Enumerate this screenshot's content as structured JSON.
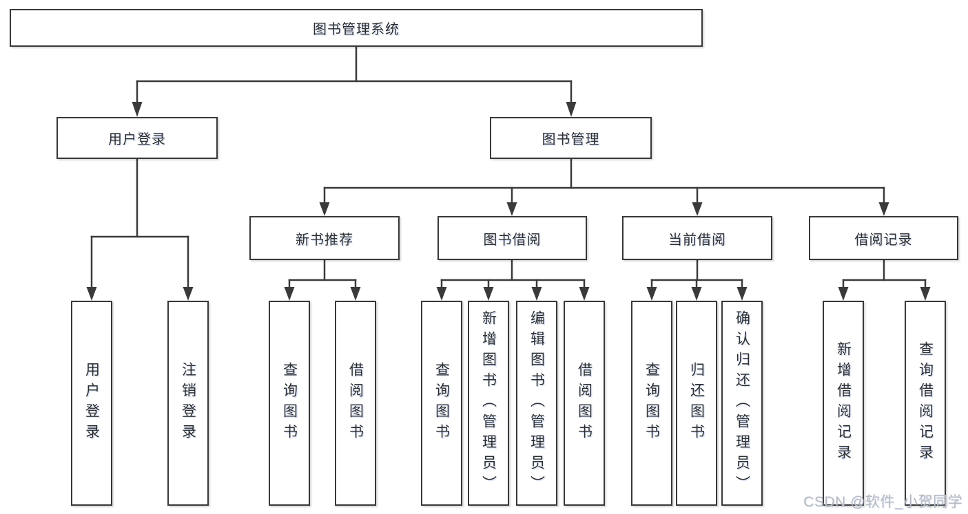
{
  "nodes": {
    "root": {
      "label": "图书管理系统"
    },
    "user_login": {
      "label": "用户登录"
    },
    "book_mgmt": {
      "label": "图书管理"
    },
    "new_book_rec": {
      "label": "新书推荐"
    },
    "book_borrow": {
      "label": "图书借阅"
    },
    "current_borrow": {
      "label": "当前借阅"
    },
    "borrow_record": {
      "label": "借阅记录"
    },
    "user_login_leaf": {
      "label": "用户登录"
    },
    "logout_leaf": {
      "label": "注销登录"
    },
    "query_book_a": {
      "label": "查询图书"
    },
    "borrow_book_a": {
      "label": "借阅图书"
    },
    "query_book_b": {
      "label": "查询图书"
    },
    "add_book": {
      "label": "新增图书（管理员）"
    },
    "edit_book": {
      "label": "编辑图书（管理员）"
    },
    "borrow_book_b": {
      "label": "借阅图书"
    },
    "query_book_c": {
      "label": "查询图书"
    },
    "return_book": {
      "label": "归还图书"
    },
    "confirm_return": {
      "label": "确认归还（管理员）"
    },
    "add_record": {
      "label": "新增借阅记录"
    },
    "query_record": {
      "label": "查询借阅记录"
    }
  },
  "hierarchy": {
    "图书管理系统": {
      "用户登录": [
        "用户登录",
        "注销登录"
      ],
      "图书管理": {
        "新书推荐": [
          "查询图书",
          "借阅图书"
        ],
        "图书借阅": [
          "查询图书",
          "新增图书（管理员）",
          "编辑图书（管理员）",
          "借阅图书"
        ],
        "当前借阅": [
          "查询图书",
          "归还图书",
          "确认归还（管理员）"
        ],
        "借阅记录": [
          "新增借阅记录",
          "查询借阅记录"
        ]
      }
    }
  },
  "watermark": {
    "text": "CSDN @软件_小贺同学"
  },
  "colors": {
    "line": "#3a3a3a",
    "box_border": "#383838",
    "text": "#2e2e2e",
    "watermark": "#b7bbc0",
    "background": "#ffffff"
  }
}
